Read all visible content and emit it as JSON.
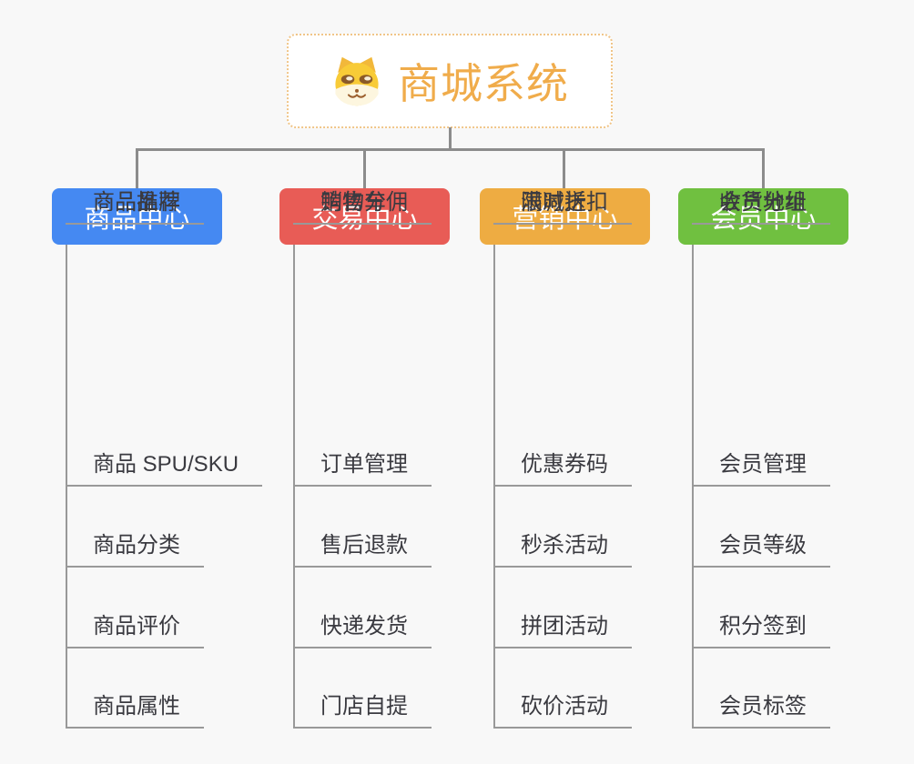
{
  "root": {
    "title": "商城系统",
    "icon": "doge-icon",
    "border_color": "#f0c588",
    "title_color": "#f0ac4b"
  },
  "colors": {
    "background": "#f8f8f8",
    "connector": "#8c8c8c",
    "leaf_line": "#999999",
    "leaf_text": "#3a3a40"
  },
  "branches": [
    {
      "label": "商品中心",
      "color": "#4589f2",
      "items": [
        "商品 SPU/SKU",
        "商品分类",
        "商品评价",
        "商品属性",
        "商品推荐",
        "商品品牌"
      ]
    },
    {
      "label": "交易中心",
      "color": "#e85c56",
      "items": [
        "订单管理",
        "售后退款",
        "快递发货",
        "门店自提",
        "购物车",
        "销售分佣"
      ]
    },
    {
      "label": "营销中心",
      "color": "#eeac42",
      "items": [
        "优惠券码",
        "秒杀活动",
        "拼团活动",
        "砍价活动",
        "限时折扣",
        "满减送"
      ]
    },
    {
      "label": "会员中心",
      "color": "#70c040",
      "items": [
        "会员管理",
        "会员等级",
        "积分签到",
        "会员标签",
        "会员分组",
        "收货地址"
      ]
    }
  ]
}
